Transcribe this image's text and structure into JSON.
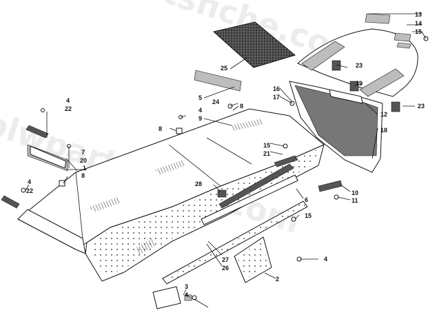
{
  "watermark": "blwpartsfiche.com",
  "colors": {
    "line": "#111111",
    "fill": "#ffffff",
    "shade": "#bdbdbd",
    "dark": "#555555"
  },
  "callouts": {
    "c1": "1",
    "c2": "2",
    "c3": "3",
    "c4a": "4",
    "c4b": "4",
    "c4c": "4",
    "c4d": "4",
    "c4e": "4",
    "c5": "5",
    "c6": "6",
    "c7": "7",
    "c8a": "8",
    "c8b": "8",
    "c8c": "8",
    "c9": "9",
    "c10": "10",
    "c11": "11",
    "c12": "12",
    "c13": "13",
    "c14": "14",
    "c15a": "15",
    "c15b": "15",
    "c15c": "15",
    "c16": "16",
    "c17": "17",
    "c18": "18",
    "c19": "19",
    "c20": "20",
    "c21": "21",
    "c22a": "22",
    "c22b": "22",
    "c23a": "23",
    "c23b": "23",
    "c24": "24",
    "c25": "25",
    "c26": "26",
    "c27": "27",
    "c28": "28"
  }
}
